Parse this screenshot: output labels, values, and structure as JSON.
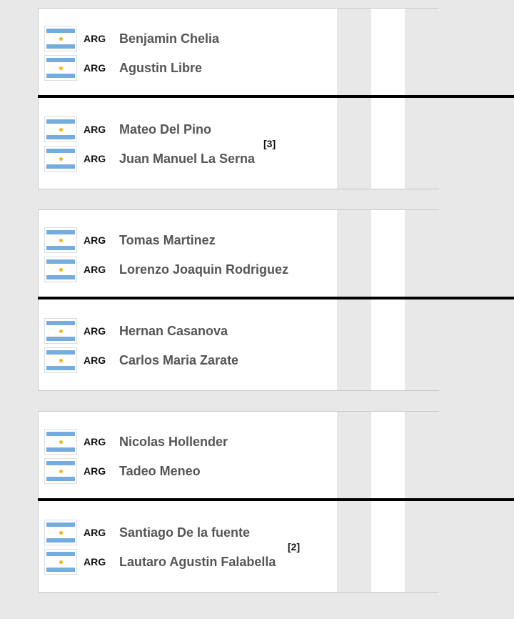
{
  "matches": [
    {
      "teams": [
        {
          "players": [
            {
              "country": "ARG",
              "name": "Benjamin  Chelia"
            },
            {
              "country": "ARG",
              "name": "Agustin  Libre"
            }
          ],
          "seed": ""
        },
        {
          "players": [
            {
              "country": "ARG",
              "name": "Mateo  Del Pino"
            },
            {
              "country": "ARG",
              "name": "Juan Manuel  La Serna"
            }
          ],
          "seed": "[3]"
        }
      ]
    },
    {
      "teams": [
        {
          "players": [
            {
              "country": "ARG",
              "name": "Tomas  Martinez"
            },
            {
              "country": "ARG",
              "name": "Lorenzo Joaquin  Rodriguez"
            }
          ],
          "seed": ""
        },
        {
          "players": [
            {
              "country": "ARG",
              "name": "Hernan  Casanova"
            },
            {
              "country": "ARG",
              "name": "Carlos Maria  Zarate"
            }
          ],
          "seed": ""
        }
      ]
    },
    {
      "teams": [
        {
          "players": [
            {
              "country": "ARG",
              "name": "Nicolas  Hollender"
            },
            {
              "country": "ARG",
              "name": "Tadeo  Meneo"
            }
          ],
          "seed": ""
        },
        {
          "players": [
            {
              "country": "ARG",
              "name": "Santiago  De la fuente"
            },
            {
              "country": "ARG",
              "name": "Lautaro Agustin  Falabella"
            }
          ],
          "seed": "[2]"
        }
      ]
    }
  ],
  "colors": {
    "flag_blue": "#74acdf",
    "flag_sun": "#f6b40e",
    "score_cell": "#e8e8e8"
  }
}
